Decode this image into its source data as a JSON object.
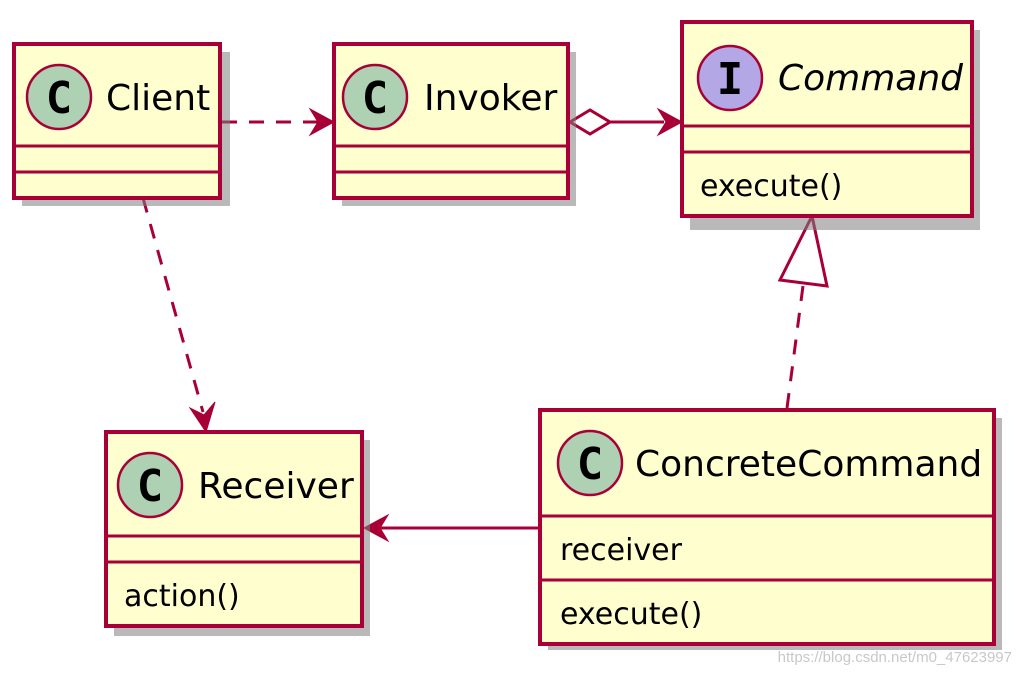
{
  "classes": {
    "client": {
      "stereotype": "C",
      "name": "Client",
      "attributes": [],
      "methods": []
    },
    "invoker": {
      "stereotype": "C",
      "name": "Invoker",
      "attributes": [],
      "methods": []
    },
    "command": {
      "stereotype": "I",
      "name": "Command",
      "attributes": [],
      "methods": [
        "execute()"
      ]
    },
    "receiver": {
      "stereotype": "C",
      "name": "Receiver",
      "attributes": [],
      "methods": [
        "action()"
      ]
    },
    "concrete_command": {
      "stereotype": "C",
      "name": "ConcreteCommand",
      "attributes": [
        "receiver"
      ],
      "methods": [
        "execute()"
      ]
    }
  },
  "relations": [
    {
      "from": "Client",
      "to": "Invoker",
      "kind": "dependency"
    },
    {
      "from": "Invoker",
      "to": "Command",
      "kind": "aggregation"
    },
    {
      "from": "Client",
      "to": "Receiver",
      "kind": "dependency"
    },
    {
      "from": "ConcreteCommand",
      "to": "Command",
      "kind": "realization"
    },
    {
      "from": "ConcreteCommand",
      "to": "Receiver",
      "kind": "association"
    }
  ],
  "colors": {
    "class_fill": "#FEFECE",
    "border": "#A80036",
    "class_badge": "#ADD1B2",
    "interface_badge": "#B4A7E5"
  },
  "watermark": "https://blog.csdn.net/m0_47623997"
}
